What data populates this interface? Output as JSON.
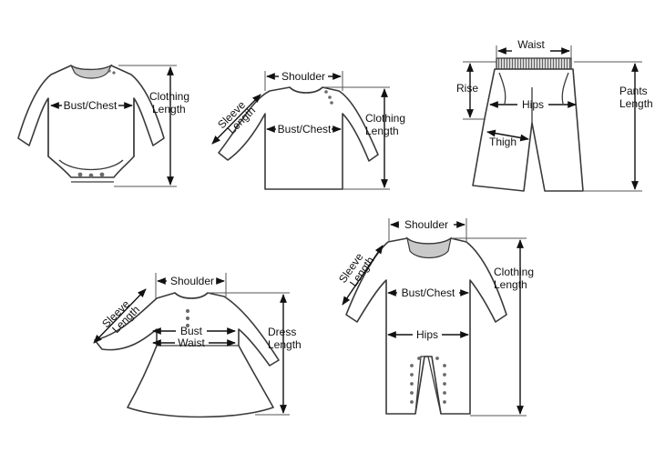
{
  "bodysuit": {
    "bust_chest": "Bust/Chest",
    "clothing_length": [
      "Clothing",
      "Length"
    ]
  },
  "shirt": {
    "shoulder": "Shoulder",
    "sleeve_length": [
      "Sleeve",
      "Length"
    ],
    "bust_chest": "Bust/Chest",
    "clothing_length": [
      "Clothing",
      "Length"
    ]
  },
  "pants": {
    "waist": "Waist",
    "rise": "Rise",
    "hips": "Hips",
    "thigh": "Thigh",
    "pants_length": [
      "Pants",
      "Length"
    ]
  },
  "dress": {
    "shoulder": "Shoulder",
    "sleeve_length": [
      "Sleeve",
      "Length"
    ],
    "bust": "Bust",
    "waist": "Waist",
    "dress_length": [
      "Dress",
      "Length"
    ]
  },
  "romper": {
    "shoulder": "Shoulder",
    "sleeve_length": [
      "Sleeve",
      "Length"
    ],
    "bust_chest": "Bust/Chest",
    "hips": "Hips",
    "clothing_length": [
      "Clothing",
      "Length"
    ]
  }
}
